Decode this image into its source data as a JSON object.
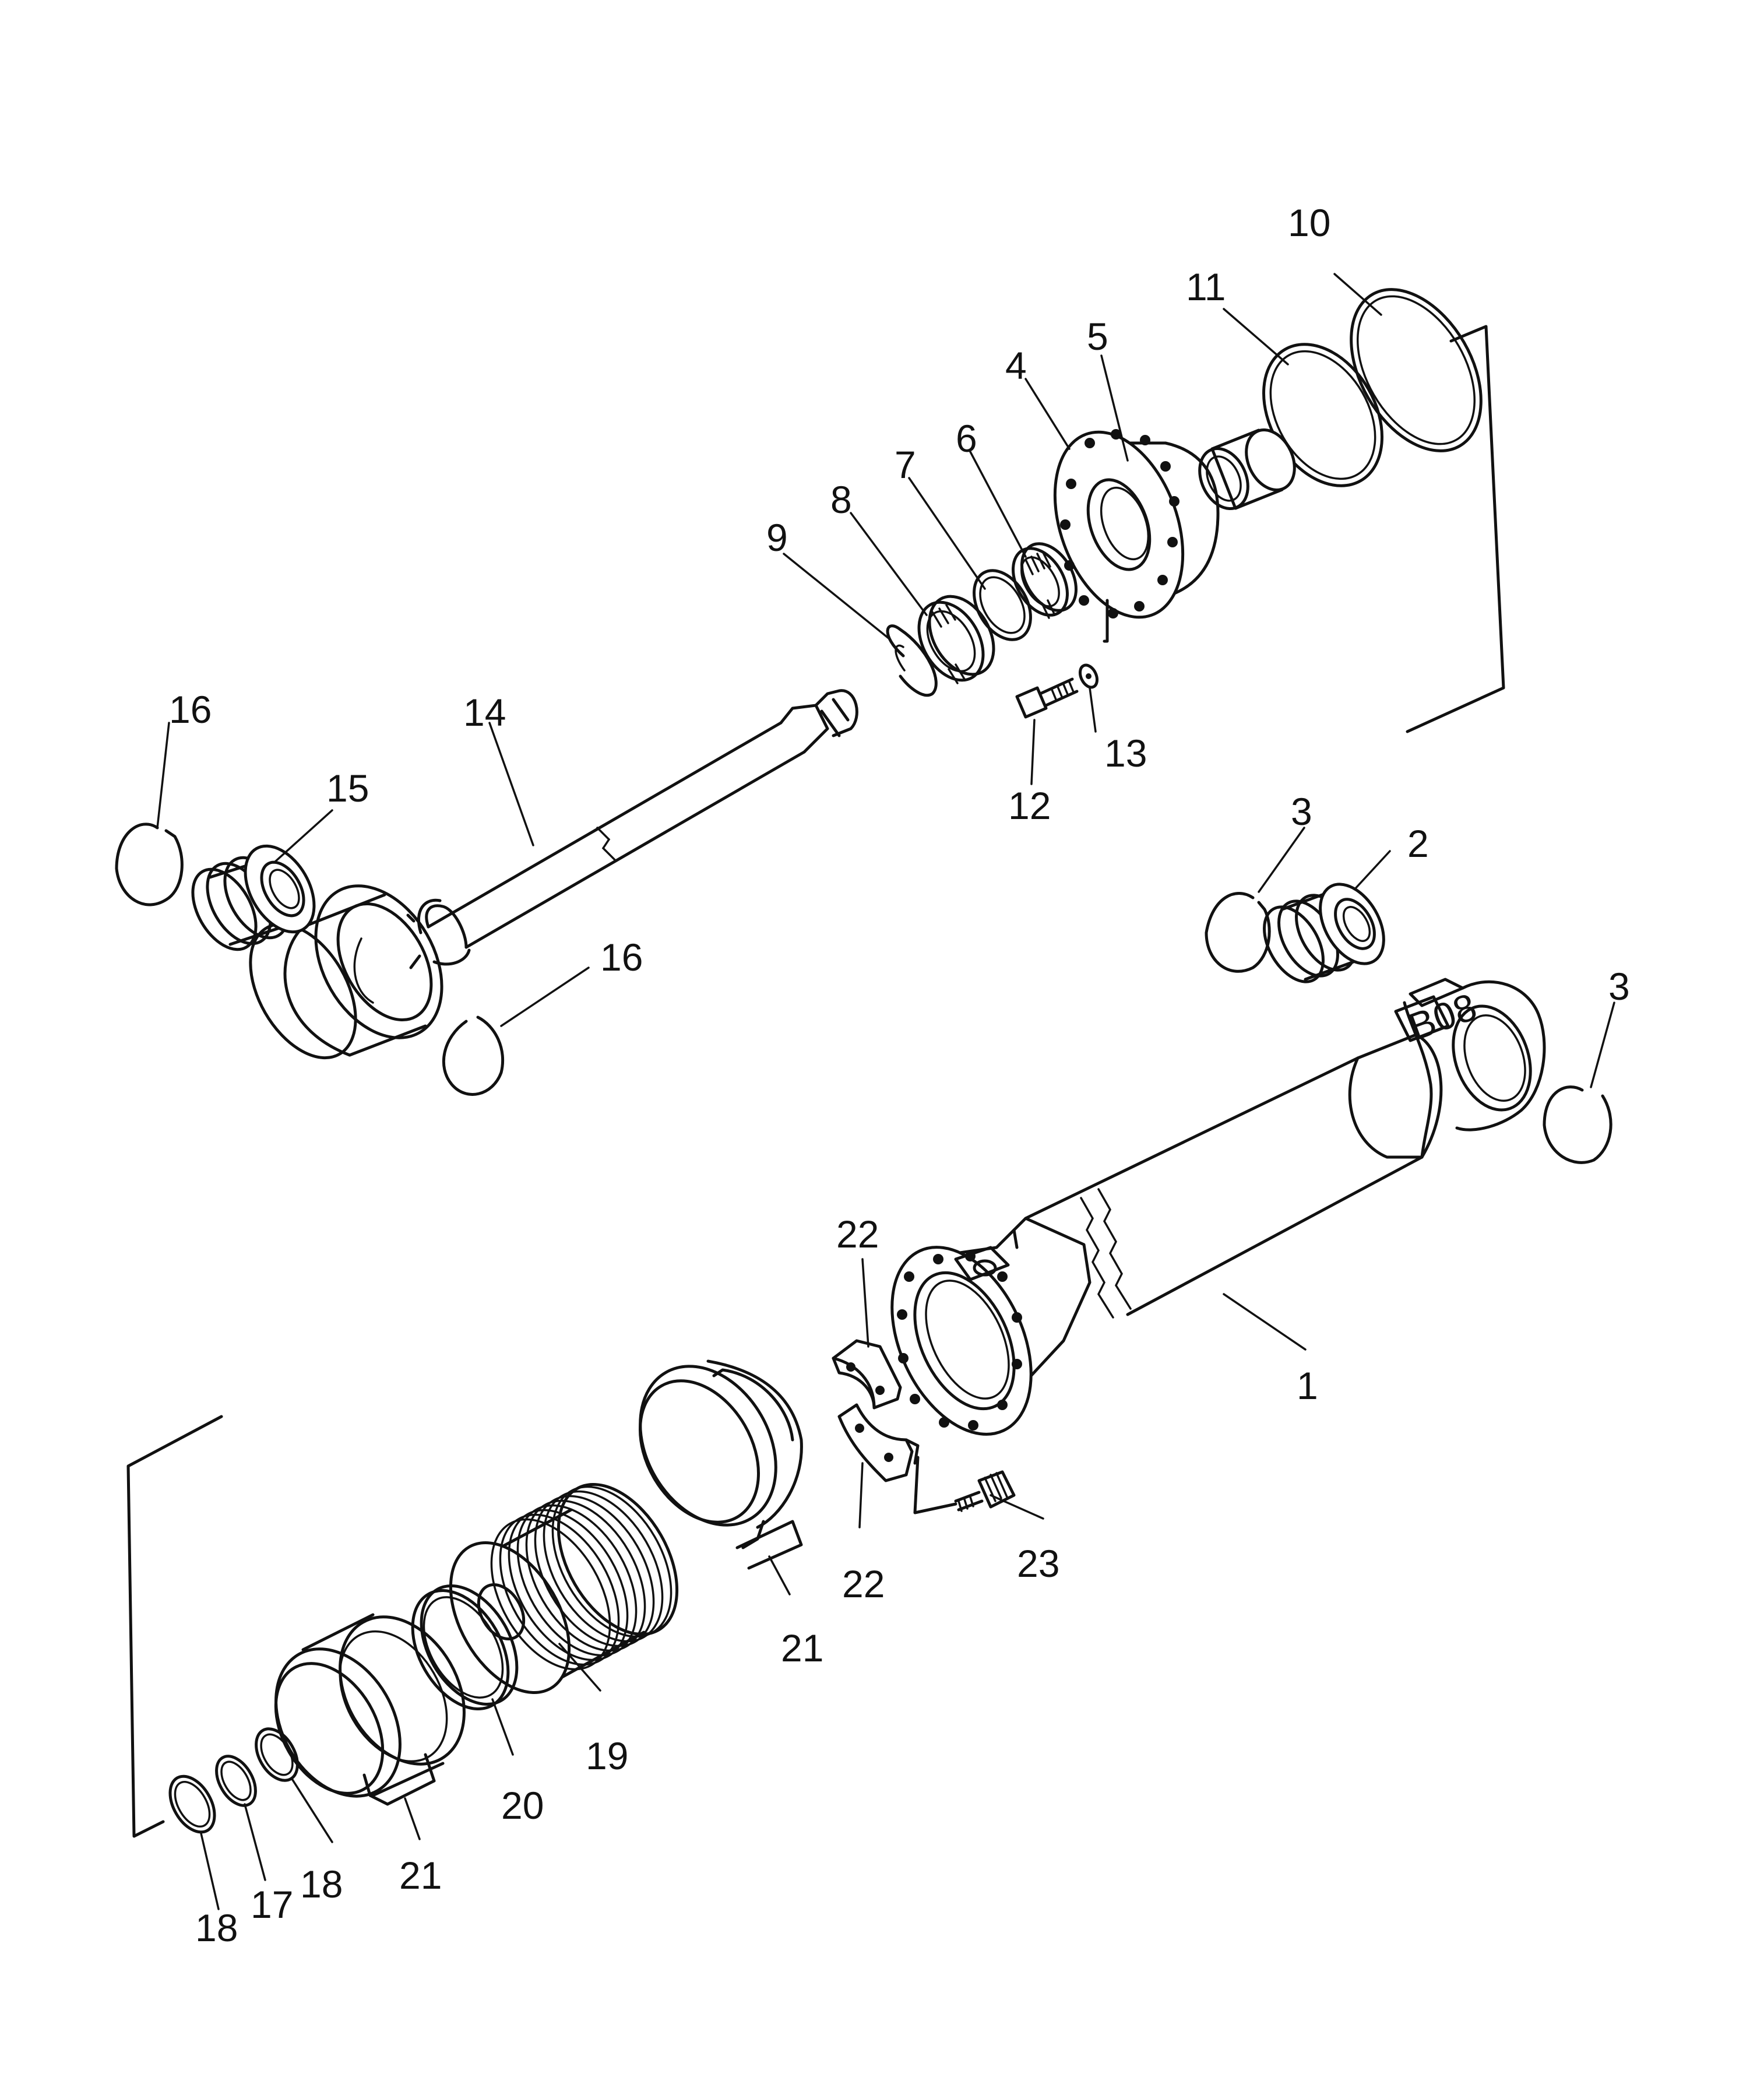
{
  "callouts": [
    {
      "id": "c1",
      "text": "1"
    },
    {
      "id": "c2",
      "text": "2"
    },
    {
      "id": "c3a",
      "text": "3"
    },
    {
      "id": "c3b",
      "text": "3"
    },
    {
      "id": "c4",
      "text": "4"
    },
    {
      "id": "c5",
      "text": "5"
    },
    {
      "id": "c6",
      "text": "6"
    },
    {
      "id": "c7",
      "text": "7"
    },
    {
      "id": "c8",
      "text": "8"
    },
    {
      "id": "c9",
      "text": "9"
    },
    {
      "id": "c10",
      "text": "10"
    },
    {
      "id": "c11",
      "text": "11"
    },
    {
      "id": "c12",
      "text": "12"
    },
    {
      "id": "c13",
      "text": "13"
    },
    {
      "id": "c14",
      "text": "14"
    },
    {
      "id": "c15",
      "text": "15"
    },
    {
      "id": "c16a",
      "text": "16"
    },
    {
      "id": "c16b",
      "text": "16"
    },
    {
      "id": "c17",
      "text": "17"
    },
    {
      "id": "c18a",
      "text": "18"
    },
    {
      "id": "c18b",
      "text": "18"
    },
    {
      "id": "c19",
      "text": "19"
    },
    {
      "id": "c20",
      "text": "20"
    },
    {
      "id": "c21a",
      "text": "21"
    },
    {
      "id": "c21b",
      "text": "21"
    },
    {
      "id": "c22a",
      "text": "22"
    },
    {
      "id": "c22b",
      "text": "22"
    },
    {
      "id": "c23",
      "text": "23"
    }
  ],
  "embossed_mark": "B08"
}
